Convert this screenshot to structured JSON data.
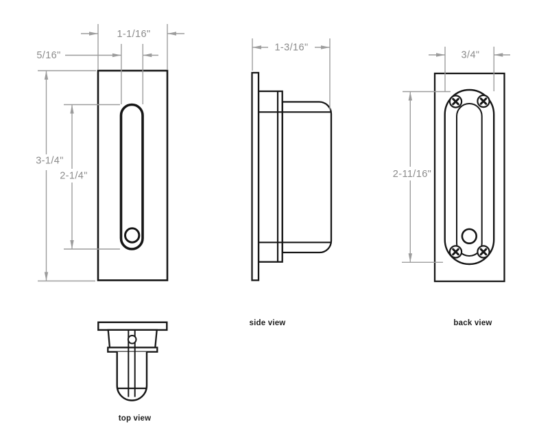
{
  "colors": {
    "background": "#ffffff",
    "line": "#161616",
    "dimension_line": "#9c9c9c",
    "dimension_text": "#8b8b8b",
    "label_text": "#1d1d1d"
  },
  "views": {
    "front": {
      "dimensions": {
        "plate_width": "1-1/16\"",
        "slot_width": "5/16\"",
        "plate_height": "3-1/4\"",
        "slot_height": "2-1/4\""
      }
    },
    "side": {
      "label": "side view",
      "dimensions": {
        "depth": "1-3/16\""
      }
    },
    "back": {
      "label": "back view",
      "dimensions": {
        "cup_width": "3/4\"",
        "cup_height": "2-11/16\""
      }
    },
    "top": {
      "label": "top view"
    }
  }
}
